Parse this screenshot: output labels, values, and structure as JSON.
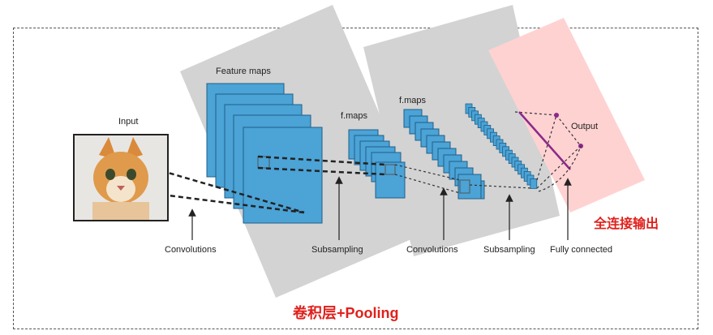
{
  "labels": {
    "input": "Input",
    "feature_maps": "Feature maps",
    "fmaps_1": "f.maps",
    "fmaps_2": "f.maps",
    "output": "Output",
    "convolutions_1": "Convolutions",
    "subsampling_1": "Subsampling",
    "convolutions_2": "Convolutions",
    "subsampling_2": "Subsampling",
    "fully_connected": "Fully connected"
  },
  "annotations": {
    "conv_pooling": "卷积层+Pooling",
    "fc_output": "全连接输出"
  },
  "colors": {
    "map_fill": "#4ba3d6",
    "map_stroke": "#1f5f8a",
    "panel_gray": "#d3d3d3",
    "panel_pink": "#ffd2d2",
    "accent_red": "#e0201b",
    "fc_purple": "#8a2a8a"
  },
  "input_image": "cat-photo"
}
